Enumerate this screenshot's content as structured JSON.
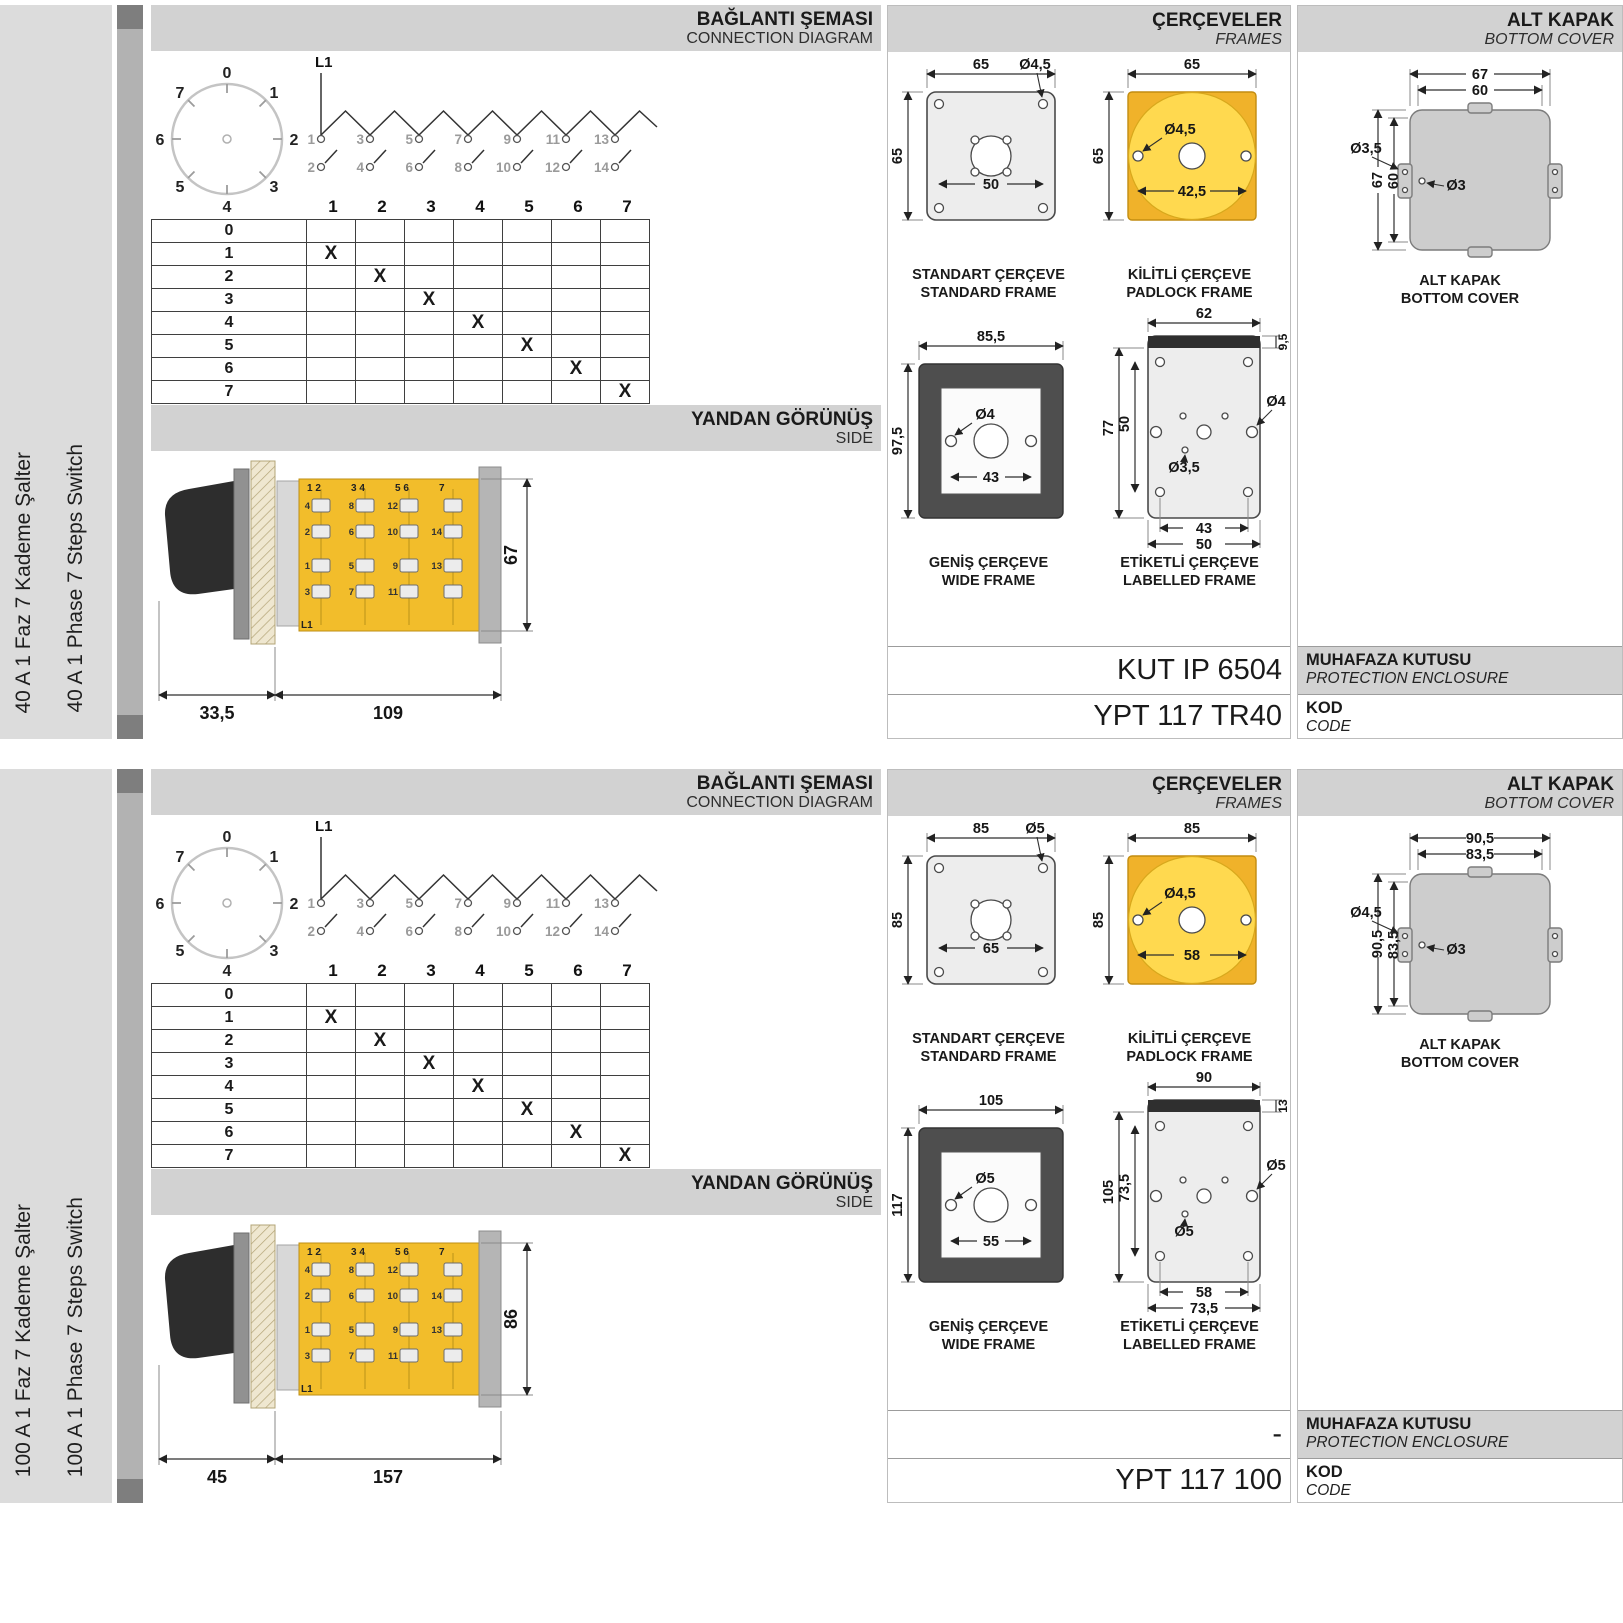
{
  "colors": {
    "header_bg": "#d2d2d2",
    "body_yellow": "#f2bd2b",
    "padlock_yellow": "#ffd94f",
    "frame_gray": "#ededed",
    "wide_frame_dark": "#4e4e4e",
    "cover_gray": "#cdcdcd"
  },
  "panels": [
    {
      "side_tr": "40 A 1 Faz 7 Kademe Şalter",
      "side_en": "40 A 1 Phase 7 Steps Switch",
      "conn": {
        "title_tr": "BAĞLANTI ŞEMASI",
        "title_en": "CONNECTION DIAGRAM",
        "l1": "L1",
        "dial": [
          "0",
          "1",
          "2",
          "3",
          "4",
          "5",
          "6",
          "7"
        ],
        "odd": [
          "1",
          "3",
          "5",
          "7",
          "9",
          "11",
          "13"
        ],
        "even": [
          "2",
          "4",
          "6",
          "8",
          "10",
          "12",
          "14"
        ],
        "poles": [
          "1",
          "2",
          "3",
          "4",
          "5",
          "6",
          "7"
        ],
        "step_rows": [
          [
            "0",
            "",
            "",
            "",
            "",
            "",
            "",
            ""
          ],
          [
            "1",
            "X",
            "",
            "",
            "",
            "",
            "",
            ""
          ],
          [
            "2",
            "",
            "X",
            "",
            "",
            "",
            "",
            ""
          ],
          [
            "3",
            "",
            "",
            "X",
            "",
            "",
            "",
            ""
          ],
          [
            "4",
            "",
            "",
            "",
            "X",
            "",
            "",
            ""
          ],
          [
            "5",
            "",
            "",
            "",
            "",
            "X",
            "",
            ""
          ],
          [
            "6",
            "",
            "",
            "",
            "",
            "",
            "X",
            ""
          ],
          [
            "7",
            "",
            "",
            "",
            "",
            "",
            "",
            "X"
          ]
        ]
      },
      "side_view": {
        "title_tr": "YANDAN GÖRÜNÜŞ",
        "title_en": "SIDE",
        "top_labels": [
          "1 2",
          "3 4",
          "5 6",
          "7"
        ],
        "l1": "L1",
        "tt": [
          [
            "4",
            "2"
          ],
          [
            "8",
            "6"
          ],
          [
            "12",
            "10"
          ],
          [
            "",
            "14"
          ]
        ],
        "tb": [
          [
            "1",
            "3"
          ],
          [
            "5",
            "7"
          ],
          [
            "9",
            "11"
          ],
          [
            "13",
            ""
          ]
        ],
        "dim_a": "33,5",
        "dim_b": "109",
        "dim_h": "67"
      },
      "frames": {
        "title_tr": "ÇERÇEVELER",
        "title_en": "FRAMES",
        "standard": {
          "cap_tr": "STANDART ÇERÇEVE",
          "cap_en": "STANDARD FRAME",
          "w": "65",
          "h": "65",
          "hole": "Ø4,5",
          "inner": "50"
        },
        "padlock": {
          "cap_tr": "KİLİTLİ ÇERÇEVE",
          "cap_en": "PADLOCK FRAME",
          "w": "65",
          "h": "65",
          "hole": "Ø4,5",
          "inner": "42,5"
        },
        "wide": {
          "cap_tr": "GENİŞ ÇERÇEVE",
          "cap_en": "WIDE FRAME",
          "w": "85,5",
          "h": "97,5",
          "hole": "Ø4",
          "inner": "43"
        },
        "labelled": {
          "cap_tr": "ETİKETLİ ÇERÇEVE",
          "cap_en": "LABELLED FRAME",
          "w": "62",
          "strip": "9,5",
          "h": "77",
          "h2": "50",
          "hole": "Ø4",
          "hole2": "Ø3,5",
          "b1": "43",
          "b2": "50"
        }
      },
      "cover": {
        "title_tr": "ALT KAPAK",
        "title_en": "BOTTOM COVER",
        "w1": "67",
        "w2": "60",
        "h1": "67",
        "h2": "60",
        "hole1": "Ø3,5",
        "hole2": "Ø3",
        "cap_tr": "ALT KAPAK",
        "cap_en": "BOTTOM COVER"
      },
      "codes": {
        "enclosure_value": "KUT IP 6504",
        "enclosure_tr": "MUHAFAZA KUTUSU",
        "enclosure_en": "PROTECTION ENCLOSURE",
        "code_value": "YPT 117 TR40",
        "code_tr": "KOD",
        "code_en": "CODE"
      }
    },
    {
      "side_tr": "100 A 1 Faz 7 Kademe Şalter",
      "side_en": "100 A 1 Phase 7 Steps Switch",
      "conn": {
        "title_tr": "BAĞLANTI ŞEMASI",
        "title_en": "CONNECTION DIAGRAM",
        "l1": "L1",
        "dial": [
          "0",
          "1",
          "2",
          "3",
          "4",
          "5",
          "6",
          "7"
        ],
        "odd": [
          "1",
          "3",
          "5",
          "7",
          "9",
          "11",
          "13"
        ],
        "even": [
          "2",
          "4",
          "6",
          "8",
          "10",
          "12",
          "14"
        ],
        "poles": [
          "1",
          "2",
          "3",
          "4",
          "5",
          "6",
          "7"
        ],
        "step_rows": [
          [
            "0",
            "",
            "",
            "",
            "",
            "",
            "",
            ""
          ],
          [
            "1",
            "X",
            "",
            "",
            "",
            "",
            "",
            ""
          ],
          [
            "2",
            "",
            "X",
            "",
            "",
            "",
            "",
            ""
          ],
          [
            "3",
            "",
            "",
            "X",
            "",
            "",
            "",
            ""
          ],
          [
            "4",
            "",
            "",
            "",
            "X",
            "",
            "",
            ""
          ],
          [
            "5",
            "",
            "",
            "",
            "",
            "X",
            "",
            ""
          ],
          [
            "6",
            "",
            "",
            "",
            "",
            "",
            "X",
            ""
          ],
          [
            "7",
            "",
            "",
            "",
            "",
            "",
            "",
            "X"
          ]
        ]
      },
      "side_view": {
        "title_tr": "YANDAN GÖRÜNÜŞ",
        "title_en": "SIDE",
        "top_labels": [
          "1 2",
          "3 4",
          "5 6",
          "7"
        ],
        "l1": "L1",
        "tt": [
          [
            "4",
            "2"
          ],
          [
            "8",
            "6"
          ],
          [
            "12",
            "10"
          ],
          [
            "",
            "14"
          ]
        ],
        "tb": [
          [
            "1",
            "3"
          ],
          [
            "5",
            "7"
          ],
          [
            "9",
            "11"
          ],
          [
            "13",
            ""
          ]
        ],
        "dim_a": "45",
        "dim_b": "157",
        "dim_h": "86"
      },
      "frames": {
        "title_tr": "ÇERÇEVELER",
        "title_en": "FRAMES",
        "standard": {
          "cap_tr": "STANDART ÇERÇEVE",
          "cap_en": "STANDARD FRAME",
          "w": "85",
          "h": "85",
          "hole": "Ø5",
          "inner": "65"
        },
        "padlock": {
          "cap_tr": "KİLİTLİ ÇERÇEVE",
          "cap_en": "PADLOCK FRAME",
          "w": "85",
          "h": "85",
          "hole": "Ø4,5",
          "inner": "58"
        },
        "wide": {
          "cap_tr": "GENİŞ ÇERÇEVE",
          "cap_en": "WIDE FRAME",
          "w": "105",
          "h": "117",
          "hole": "Ø5",
          "inner": "55"
        },
        "labelled": {
          "cap_tr": "ETİKETLİ ÇERÇEVE",
          "cap_en": "LABELLED FRAME",
          "w": "90",
          "strip": "13",
          "h": "105",
          "h2": "73,5",
          "hole": "Ø5",
          "hole2": "Ø5",
          "b1": "58",
          "b2": "73,5"
        }
      },
      "cover": {
        "title_tr": "ALT KAPAK",
        "title_en": "BOTTOM COVER",
        "w1": "90,5",
        "w2": "83,5",
        "h1": "90,5",
        "h2": "83,5",
        "hole1": "Ø4,5",
        "hole2": "Ø3",
        "cap_tr": "ALT KAPAK",
        "cap_en": "BOTTOM COVER"
      },
      "codes": {
        "enclosure_value": "-",
        "enclosure_tr": "MUHAFAZA KUTUSU",
        "enclosure_en": "PROTECTION ENCLOSURE",
        "code_value": "YPT 117 100",
        "code_tr": "KOD",
        "code_en": "CODE"
      }
    }
  ]
}
